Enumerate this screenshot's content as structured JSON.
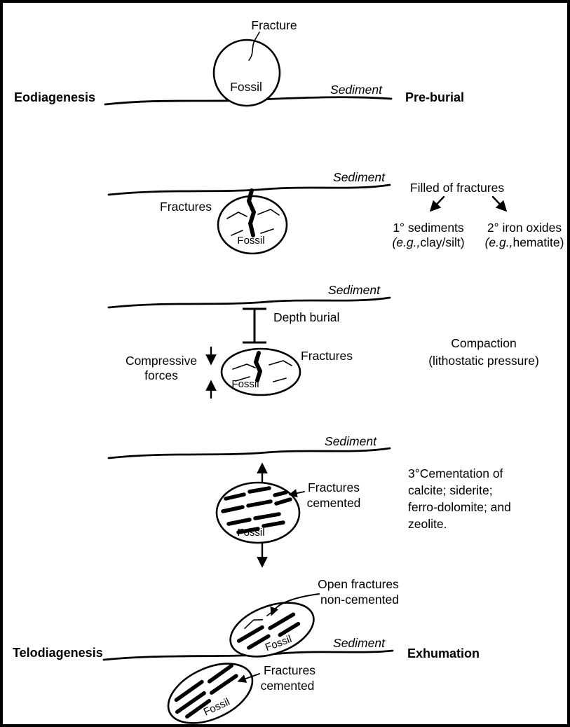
{
  "canvas": {
    "background": "#ffffff",
    "ink": "#000000"
  },
  "pre_burial": {
    "stage_left": "Eodiagenesis",
    "stage_right": "Pre-burial",
    "fracture": "Fracture",
    "fossil": "Fossil",
    "sediment": "Sediment"
  },
  "filling": {
    "sediment": "Sediment",
    "fractures": "Fractures",
    "fossil": "Fossil",
    "title": "Filled of fractures",
    "primary_line": "1° sediments",
    "primary_paren_open": "(",
    "primary_eg": "e.g.,",
    "primary_rest": "clay/silt)",
    "secondary_line": "2° iron oxides",
    "secondary_paren_open": "(",
    "secondary_eg": "e.g.,",
    "secondary_rest": "hematite)"
  },
  "compaction": {
    "sediment": "Sediment",
    "depth_burial": "Depth burial",
    "compressive_1": "Compressive",
    "compressive_2": "forces",
    "fractures": "Fractures",
    "fossil": "Fossil",
    "caption_1": "Compaction",
    "caption_2": "(lithostatic pressure)"
  },
  "cementation": {
    "sediment": "Sediment",
    "fractures_1": "Fractures",
    "fractures_2": "cemented",
    "fossil": "Fossil",
    "caption_1": "3°Cementation of",
    "caption_2": "calcite; siderite;",
    "caption_3": "ferro-dolomite; and",
    "caption_4": "zeolite."
  },
  "exhumation": {
    "stage_left": "Telodiagenesis",
    "stage_right": "Exhumation",
    "open_1": "Open fractures",
    "open_2": "non-cemented",
    "fossil_upper": "Fossil",
    "sediment": "Sediment",
    "fractures_1": "Fractures",
    "fractures_2": "cemented",
    "fossil_lower": "Fossil"
  }
}
